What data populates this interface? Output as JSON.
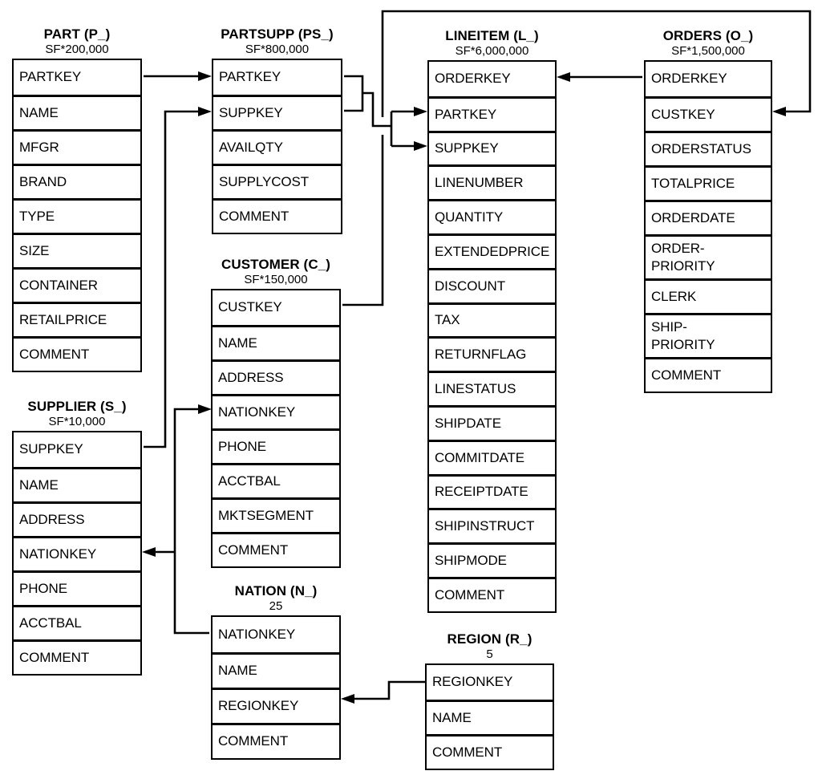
{
  "colors": {
    "ink": "#000000",
    "background": "#ffffff"
  },
  "tables": [
    {
      "id": "part",
      "title": "PART (P_)",
      "cardinality": "SF*200,000",
      "columns": [
        "PARTKEY",
        "NAME",
        "MFGR",
        "BRAND",
        "TYPE",
        "SIZE",
        "CONTAINER",
        "RETAILPRICE",
        "COMMENT"
      ]
    },
    {
      "id": "partsupp",
      "title": "PARTSUPP (PS_)",
      "cardinality": "SF*800,000",
      "columns": [
        "PARTKEY",
        "SUPPKEY",
        "AVAILQTY",
        "SUPPLYCOST",
        "COMMENT"
      ]
    },
    {
      "id": "customer",
      "title": "CUSTOMER (C_)",
      "cardinality": "SF*150,000",
      "columns": [
        "CUSTKEY",
        "NAME",
        "ADDRESS",
        "NATIONKEY",
        "PHONE",
        "ACCTBAL",
        "MKTSEGMENT",
        "COMMENT"
      ]
    },
    {
      "id": "nation",
      "title": "NATION (N_)",
      "cardinality": "25",
      "columns": [
        "NATIONKEY",
        "NAME",
        "REGIONKEY",
        "COMMENT"
      ]
    },
    {
      "id": "lineitem",
      "title": "LINEITEM (L_)",
      "cardinality": "SF*6,000,000",
      "columns": [
        "ORDERKEY",
        "PARTKEY",
        "SUPPKEY",
        "LINENUMBER",
        "QUANTITY",
        "EXTENDEDPRICE",
        "DISCOUNT",
        "TAX",
        "RETURNFLAG",
        "LINESTATUS",
        "SHIPDATE",
        "COMMITDATE",
        "RECEIPTDATE",
        "SHIPINSTRUCT",
        "SHIPMODE",
        "COMMENT"
      ]
    },
    {
      "id": "orders",
      "title": "ORDERS (O_)",
      "cardinality": "SF*1,500,000",
      "columns": [
        "ORDERKEY",
        "CUSTKEY",
        "ORDERSTATUS",
        "TOTALPRICE",
        "ORDERDATE",
        "ORDER-\nPRIORITY",
        "CLERK",
        "SHIP-\nPRIORITY",
        "COMMENT"
      ]
    },
    {
      "id": "supplier",
      "title": "SUPPLIER (S_)",
      "cardinality": "SF*10,000",
      "columns": [
        "SUPPKEY",
        "NAME",
        "ADDRESS",
        "NATIONKEY",
        "PHONE",
        "ACCTBAL",
        "COMMENT"
      ]
    },
    {
      "id": "region",
      "title": "REGION (R_)",
      "cardinality": "5",
      "columns": [
        "REGIONKEY",
        "NAME",
        "COMMENT"
      ]
    }
  ],
  "relationships": [
    {
      "id": "part-partkey-to-partsupp",
      "from": "PART.PARTKEY",
      "to": "PARTSUPP.PARTKEY"
    },
    {
      "id": "supplier-suppkey-to-partsupp",
      "from": "SUPPLIER.SUPPKEY",
      "to": "PARTSUPP.SUPPKEY"
    },
    {
      "id": "partsupp-keys-to-lineitem",
      "from": "PARTSUPP.PARTKEY, PARTSUPP.SUPPKEY",
      "to": "LINEITEM.PARTKEY, LINEITEM.SUPPKEY"
    },
    {
      "id": "orders-orderkey-to-lineitem",
      "from": "ORDERS.ORDERKEY",
      "to": "LINEITEM.ORDERKEY"
    },
    {
      "id": "customer-custkey-to-orders",
      "from": "CUSTOMER.CUSTKEY",
      "to": "ORDERS.CUSTKEY"
    },
    {
      "id": "nation-nationkey-to-customer",
      "from": "NATION.NATIONKEY",
      "to": "CUSTOMER.NATIONKEY"
    },
    {
      "id": "nation-nationkey-to-supplier",
      "from": "NATION.NATIONKEY",
      "to": "SUPPLIER.NATIONKEY"
    },
    {
      "id": "region-regionkey-to-nation",
      "from": "REGION.REGIONKEY",
      "to": "NATION.REGIONKEY"
    }
  ]
}
